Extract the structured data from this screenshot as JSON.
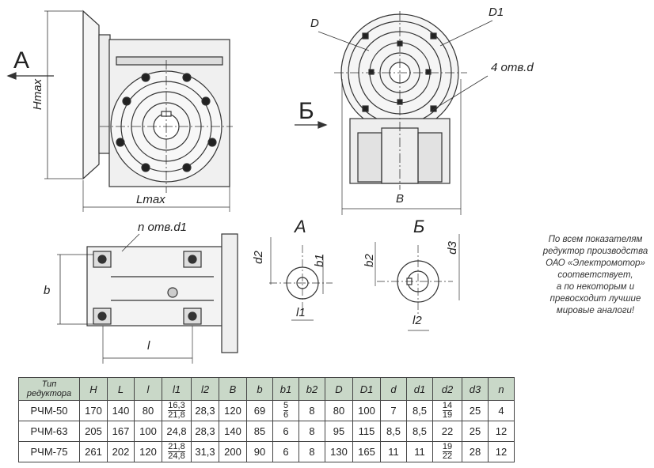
{
  "drawing": {
    "views": {
      "view_a": "А",
      "view_b": "Б",
      "section_a": "А",
      "section_b": "Б"
    },
    "dims": {
      "hmax": "Hmax",
      "lmax": "Lmax",
      "D": "D",
      "D1": "D1",
      "holes": "4 отв.d",
      "B": "B",
      "holes_d1": "n отв.d1",
      "b": "b",
      "l": "l",
      "d2_a": "d2",
      "b1": "b1",
      "l1": "l1",
      "b2": "b2",
      "d3": "d3",
      "l2": "l2"
    }
  },
  "note": {
    "lines": [
      "По всем показателям",
      "редуктор производства",
      "ОАО «Электромотор»",
      "соответствует,",
      "а по некоторым и",
      "превосходит лучшие",
      "мировые аналоги!"
    ]
  },
  "table": {
    "header": {
      "type_label": "Тип редуктора",
      "cols": [
        "H",
        "L",
        "l",
        "l1",
        "l2",
        "B",
        "b",
        "b1",
        "b2",
        "D",
        "D1",
        "d",
        "d1",
        "d2",
        "d3",
        "n"
      ]
    },
    "rows": [
      {
        "type": "РЧМ-50",
        "cells": [
          "170",
          "140",
          "80",
          {
            "num": "16,3",
            "den": "21,8"
          },
          "28,3",
          "120",
          "69",
          {
            "num": "5",
            "den": "6"
          },
          "8",
          "80",
          "100",
          "7",
          "8,5",
          {
            "num": "14",
            "den": "19"
          },
          "25",
          "4"
        ]
      },
      {
        "type": "РЧМ-63",
        "cells": [
          "205",
          "167",
          "100",
          "24,8",
          "28,3",
          "140",
          "85",
          "6",
          "8",
          "95",
          "115",
          "8,5",
          "8,5",
          "22",
          "25",
          "12"
        ]
      },
      {
        "type": "РЧМ-75",
        "cells": [
          "261",
          "202",
          "120",
          {
            "num": "21,8",
            "den": "24,8"
          },
          "31,3",
          "200",
          "90",
          "6",
          "8",
          "130",
          "165",
          "11",
          "11",
          {
            "num": "19",
            "den": "22"
          },
          "28",
          "12"
        ]
      }
    ]
  }
}
